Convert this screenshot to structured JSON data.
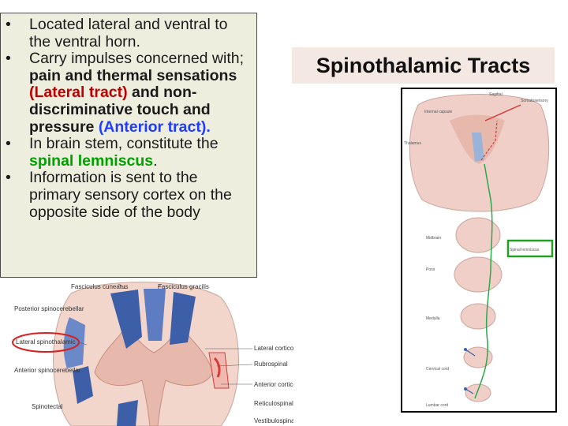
{
  "slide": {
    "title": "Spinothalamic Tracts",
    "bullets": [
      {
        "parts": [
          {
            "text": "Located lateral and ventral to the ventral horn.",
            "style": "normal"
          }
        ]
      },
      {
        "parts": [
          {
            "text": "Carry impulses concerned with; ",
            "style": "normal"
          },
          {
            "text": "pain and thermal sensations ",
            "style": "bold"
          },
          {
            "text": "(Lateral tract)",
            "style": "bold-red"
          },
          {
            "text": " and non- discriminative touch and pressure ",
            "style": "bold"
          },
          {
            "text": "(Anterior tract).",
            "style": "bold-blue"
          }
        ]
      },
      {
        "parts": [
          {
            "text": "In brain stem, constitute the ",
            "style": "normal"
          },
          {
            "text": "spinal lemniscus",
            "style": "bold-green"
          },
          {
            "text": ".",
            "style": "normal"
          }
        ]
      },
      {
        "parts": [
          {
            "text": "Information is sent to the primary sensory cortex on the opposite side of the body",
            "style": "normal"
          }
        ]
      }
    ],
    "bullet_glyph": "•"
  },
  "figure_left": {
    "labels": {
      "fasciculus_cuneatus": "Fasciculus cuneatus",
      "fasciculus_gracilis": "Fasciculus gracilis",
      "posterior_spinocerebellar": "Posterior spinocerebellar",
      "lateral_spinothalamic": "Lateral spinothalamic",
      "lateral_corticospinal": "Lateral corticospinal",
      "rubrospinal": "Rubrospinal",
      "anterior_spinocerebellar": "Anterior spinocerebellar",
      "anterior_corticospinal": "Anterior corticospinal",
      "spinotectal": "Spinotectal",
      "reticulospinal": "Reticulospinal",
      "vestibulospinal": "Vestibulospinal"
    },
    "colors": {
      "tract_blue": "#3d5fa8",
      "tract_red": "#d43a3a",
      "highlight_ring": "#d62020",
      "cord_bg": "#f2d6cc"
    }
  },
  "figure_right": {
    "labels": {
      "sagittal": "Sagittal",
      "somatosensory": "Somatosensory",
      "internal_capsule": "Internal capsule",
      "thalamus": "Thalamus",
      "midbrain": "Midbrain",
      "spinal_lemniscus": "Spinal lemniscus",
      "pons": "Pons",
      "medulla": "Medulla",
      "cervical_cord": "Cervical cord",
      "lumbar_cord": "Lumbar cord"
    },
    "colors": {
      "pathway_green": "#2da84a",
      "box_green": "#22a022",
      "tissue": "#f0cfc8"
    }
  }
}
